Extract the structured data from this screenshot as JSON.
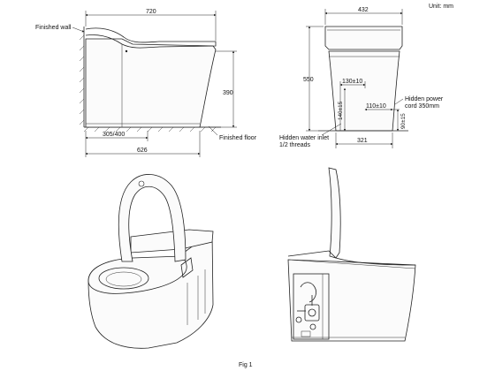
{
  "unit_label": "Unit: mm",
  "figure_caption": "Fig 1",
  "side_view": {
    "dim_top_width": "720",
    "dim_height": "390",
    "dim_rear": "305/400",
    "dim_depth": "626",
    "label_wall": "Finished wall",
    "label_floor": "Finished floor"
  },
  "front_view": {
    "dim_top_width": "432",
    "dim_height": "550",
    "dim_bottom_width": "321",
    "dim_inlet_horizontal": "130±10",
    "dim_inlet_vertical": "140±15",
    "dim_power_horizontal": "110±10",
    "dim_power_vertical": "90±15",
    "label_power_line1": "Hidden power",
    "label_power_line2": "cord 350mm",
    "label_inlet_line1": "Hidden water inlet",
    "label_inlet_line2": "1/2 threads"
  }
}
